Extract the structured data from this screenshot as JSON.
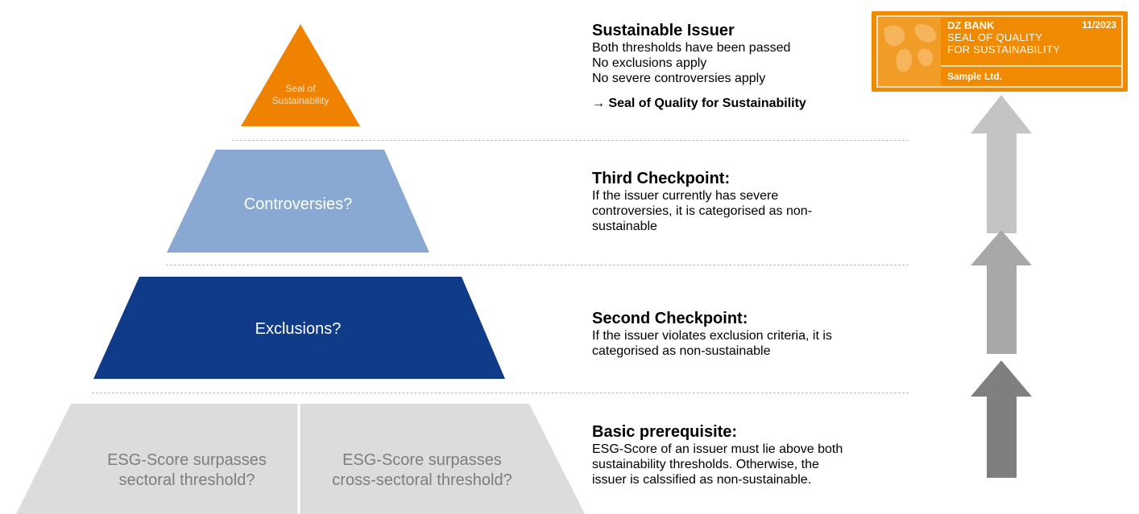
{
  "pyramid": {
    "seal_label_line1": "Seal of",
    "seal_label_line2": "Sustainability",
    "controversies_label": "Controversies?",
    "exclusions_label": "Exclusions?",
    "base_left_line1": "ESG-Score surpasses",
    "base_left_line2": "sectoral threshold?",
    "base_right_line1": "ESG-Score surpasses",
    "base_right_line2": "cross-sectoral threshold?"
  },
  "descriptions": {
    "sustainable": {
      "heading": "Sustainable Issuer",
      "lines": [
        "Both thresholds have been passed",
        "No exclusions apply",
        "No severe controversies apply"
      ],
      "result": "→ Seal of Quality for Sustainability"
    },
    "third": {
      "heading": "Third Checkpoint:",
      "lines": [
        "If the issuer currently has severe",
        "controversies, it is categorised as non-",
        "sustainable"
      ]
    },
    "second": {
      "heading": "Second Checkpoint:",
      "lines": [
        "If the issuer violates exclusion criteria, it is",
        "categorised as non-sustainable"
      ]
    },
    "basic": {
      "heading": "Basic prerequisite:",
      "lines": [
        "ESG-Score of an issuer must lie above both",
        "sustainability thresholds. Otherwise, the",
        "issuer is calssified as non-sustainable."
      ]
    }
  },
  "seal": {
    "bank": "DZ BANK",
    "date": "11/2023",
    "title_line1": "SEAL OF QUALITY",
    "title_line2": "FOR SUSTAINABILITY",
    "company": "Sample Ltd."
  },
  "colors": {
    "seal_tier": "#ef8200",
    "controversies_tier": "#89a9d3",
    "exclusions_tier": "#103b89",
    "base_tier": "#dcdcdc",
    "arrow_top": "#c4c4c4",
    "arrow_mid": "#a8a8a8",
    "arrow_bottom": "#7f7f7f"
  }
}
